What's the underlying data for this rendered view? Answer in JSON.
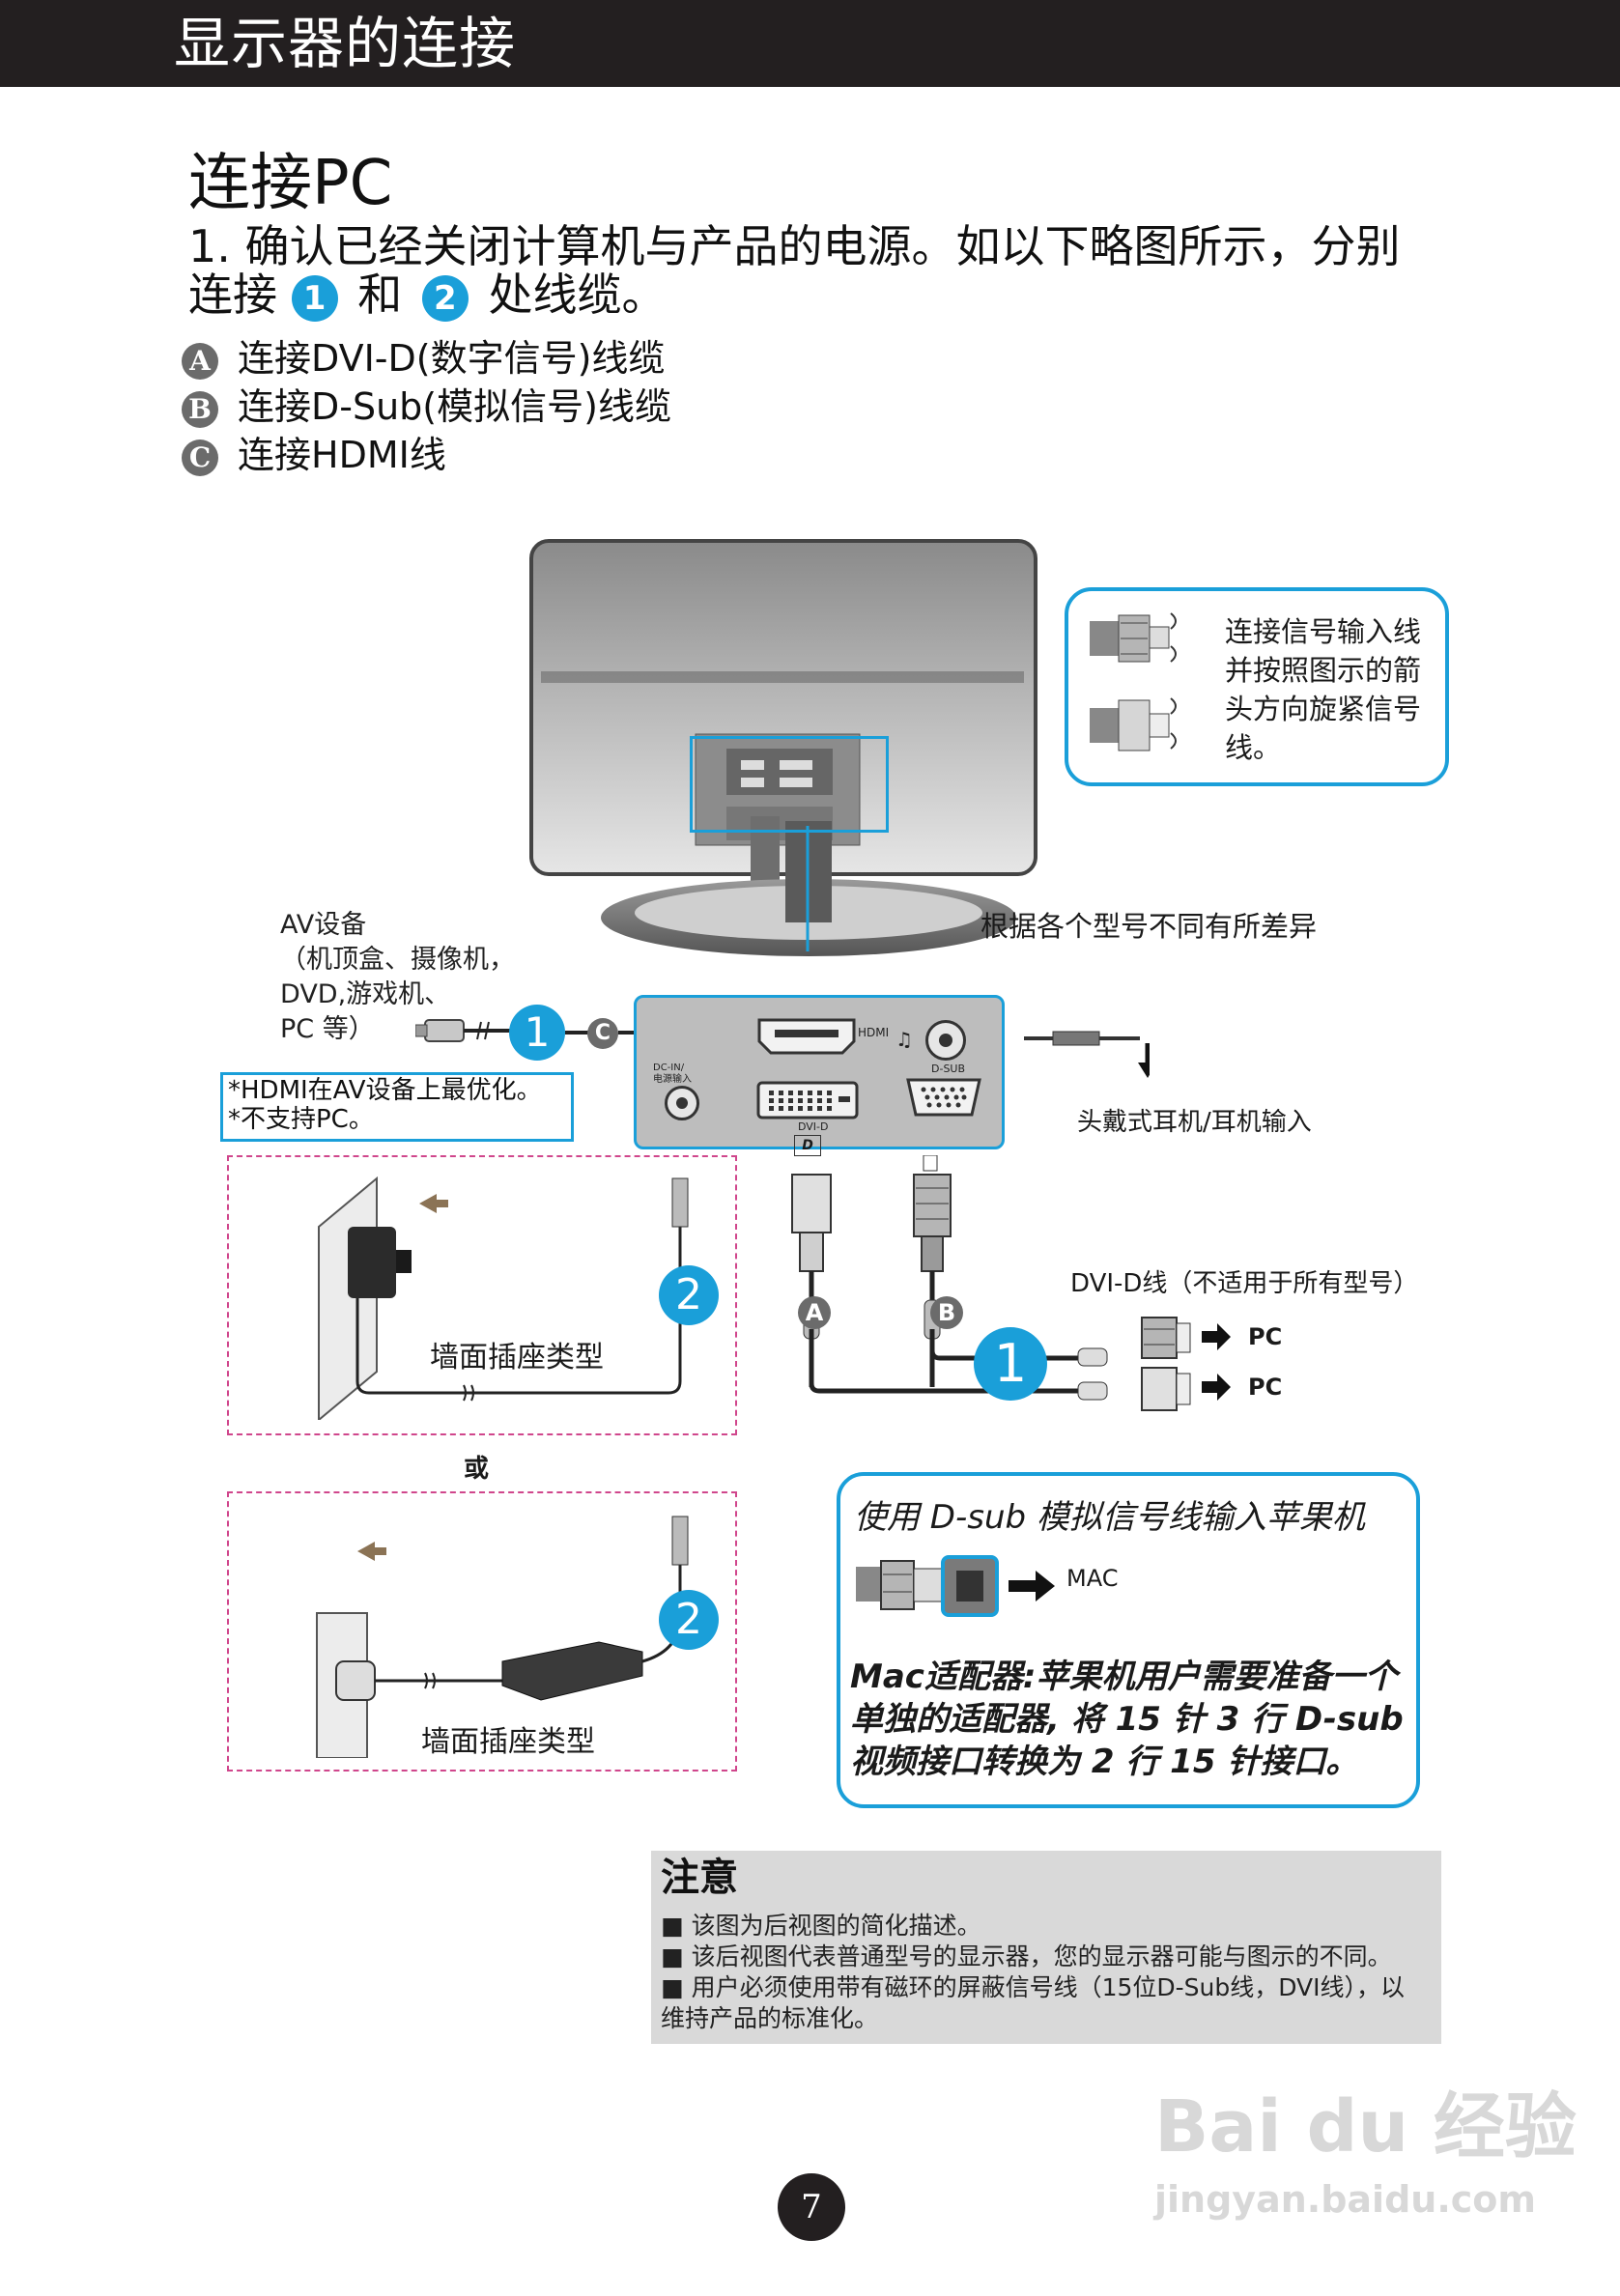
{
  "header": {
    "title": "显示器的连接"
  },
  "section": {
    "title": "连接PC"
  },
  "step1": {
    "line1": "1. 确认已经关闭计算机与产品的电源。如以下略图所示，分别",
    "line2_prefix": "连接",
    "num1": "1",
    "and_text": "和",
    "num2": "2",
    "line2_suffix": "处线缆。"
  },
  "connections": [
    {
      "badge": "A",
      "label": "连接DVI-D(数字信号)线缆"
    },
    {
      "badge": "B",
      "label": "连接D-Sub(模拟信号)线缆"
    },
    {
      "badge": "C",
      "label": "连接HDMI线"
    }
  ],
  "tighten_callout": {
    "lines": [
      "连接信号输入线",
      "并按照图示的箭",
      "头方向旋紧信号",
      "线。"
    ]
  },
  "model_varies": "根据各个型号不同有所差异",
  "av_device": {
    "lines": [
      "AV设备",
      "（机顶盒、摄像机，",
      "DVD,游戏机、",
      "PC 等）"
    ]
  },
  "hdmi_note": {
    "lines": [
      "*HDMI在AV设备上最优化。",
      "*不支持PC。"
    ]
  },
  "port_panel": {
    "hdmi": "HDMI",
    "dcin": [
      "DC-IN/",
      "电源输入"
    ],
    "dsub": "D-SUB",
    "dvid": "DVI-D",
    "dvi_symbol": "D"
  },
  "badges": {
    "one": "1",
    "two": "2",
    "a": "A",
    "b": "B",
    "c": "C"
  },
  "headphone": "头戴式耳机/耳机输入",
  "dvid_cable": "DVI-D线（不适用于所有型号）",
  "pc_labels": [
    "PC",
    "PC"
  ],
  "wall_socket_1": "墙面插座类型",
  "or_text": "或",
  "wall_socket_2": "墙面插座类型",
  "mac_box": {
    "title": "使用 D-sub 模拟信号线输入苹果机",
    "mac_label": "MAC",
    "desc_lines": [
      "Mac适配器:苹果机用户需要准备一个",
      "单独的适配器, 将 15 针 3 行 D-sub",
      "视频接口转换为 2 行 15 针接口。"
    ]
  },
  "notes": {
    "title": "注意",
    "items": [
      "■ 该图为后视图的简化描述。",
      "■ 该后视图代表普通型号的显示器，您的显示器可能与图示的不同。",
      "■ 用户必须使用带有磁环的屏蔽信号线（15位D-Sub线，DVI线），以",
      "   维持产品的标准化。"
    ]
  },
  "page_number": "7",
  "watermark": {
    "brand": "Bai du 经验",
    "url": "jingyan.baidu.com"
  },
  "colors": {
    "accent": "#1a9fd9",
    "dash": "#d0468c",
    "header": "#231f20",
    "note_bg": "#d9d9d9"
  }
}
